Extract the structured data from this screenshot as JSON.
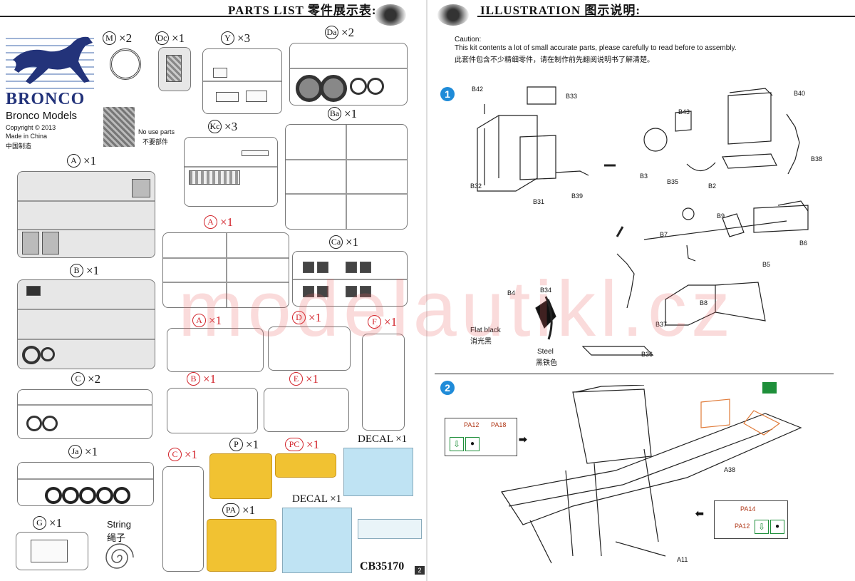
{
  "left_page": {
    "header": "PARTS LIST  零件展示表:",
    "brand": {
      "name": "BRONCO",
      "subtitle": "Bronco Models",
      "copyright": "Copyright © 2013",
      "made_in": "Made in China",
      "made_in_cn": "中国制造"
    },
    "no_use_parts": "No use parts",
    "no_use_parts_cn": "不要部件",
    "sprues": [
      {
        "letter": "M",
        "qty": "×2"
      },
      {
        "letter": "Dc",
        "qty": "×1"
      },
      {
        "letter": "Y",
        "qty": "×3"
      },
      {
        "letter": "Da",
        "qty": "×2"
      },
      {
        "letter": "Kc",
        "qty": "×3"
      },
      {
        "letter": "Ba",
        "qty": "×1"
      },
      {
        "letter": "A",
        "qty": "×1"
      },
      {
        "letter": "A",
        "qty": "×1"
      },
      {
        "letter": "Ca",
        "qty": "×1"
      },
      {
        "letter": "B",
        "qty": "×1"
      },
      {
        "letter": "A",
        "qty": "×1"
      },
      {
        "letter": "D",
        "qty": "×1"
      },
      {
        "letter": "F",
        "qty": "×1"
      },
      {
        "letter": "C",
        "qty": "×2"
      },
      {
        "letter": "B",
        "qty": "×1"
      },
      {
        "letter": "E",
        "qty": "×1"
      },
      {
        "letter": "P",
        "qty": "×1"
      },
      {
        "letter": "PC",
        "qty": "×1"
      },
      {
        "letter": "Ja",
        "qty": "×1"
      },
      {
        "letter": "C",
        "qty": "×1"
      },
      {
        "letter": "PA",
        "qty": "×1"
      },
      {
        "letter": "G",
        "qty": "×1"
      }
    ],
    "decal_1": "DECAL  ×1",
    "decal_2": "DECAL  ×1",
    "string": "String",
    "string_cn": "绳子",
    "kit_code": "CB35170",
    "page_no": "2"
  },
  "right_page": {
    "header": "ILLUSTRATION  图示说明:",
    "caution_title": "Caution:",
    "caution_en": "This kit contents a lot of small accurate parts, please carefully to read before to assembly.",
    "caution_cn": "此套件包含不少精细零件，请在制作前先翻阅说明书了解清楚。",
    "step1": "1",
    "step2": "2",
    "paint_flat_black": "Flat black",
    "paint_flat_black_cn": "消光黑",
    "paint_steel": "Steel",
    "paint_steel_cn": "黑铁色",
    "parts": {
      "b42": "B42",
      "b33": "B33",
      "b32": "B32",
      "b31": "B31",
      "b39": "B39",
      "b43": "B43",
      "b40": "B40",
      "b3": "B3",
      "b35": "B35",
      "b2": "B2",
      "b38": "B38",
      "b7": "B7",
      "b9": "B9",
      "b6": "B6",
      "b5": "B5",
      "b8": "B8",
      "b4": "B4",
      "b34": "B34",
      "b37": "B37",
      "b36": "B36",
      "pa12a": "PA12",
      "pa18": "PA18",
      "a38": "A38",
      "pa14": "PA14",
      "pa12b": "PA12",
      "a11": "A11"
    }
  },
  "watermark": "modelautikl.cz"
}
